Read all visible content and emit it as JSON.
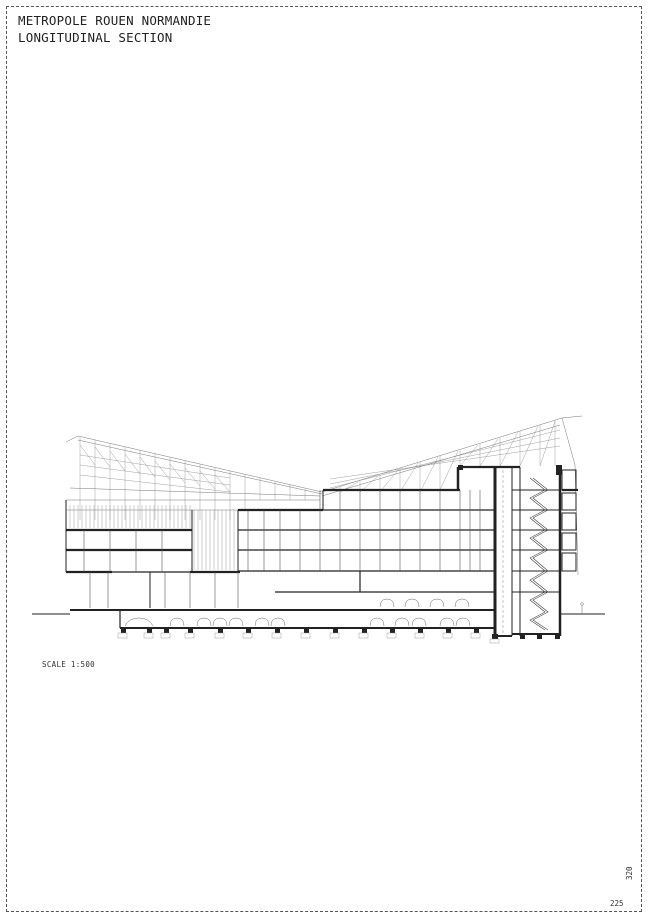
{
  "header": {
    "title": "METROPOLE ROUEN NORMANDIE",
    "subtitle": "LONGITUDINAL SECTION"
  },
  "drawing": {
    "type": "architectural-longitudinal-section",
    "scale_label": "SCALE 1:500"
  },
  "footer": {
    "page_number": "225",
    "page_total": "320"
  },
  "colors": {
    "line": "#222222",
    "thin_line": "#666666",
    "frame": "#555555"
  }
}
